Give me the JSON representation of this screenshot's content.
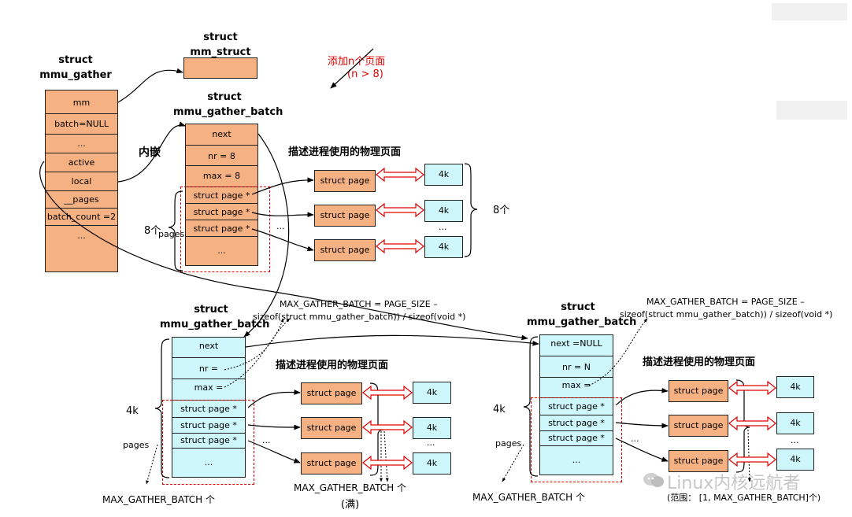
{
  "mmu_gather": {
    "title": "struct\nmmu_gather",
    "fields": [
      "mm",
      "batch=NULL",
      "...",
      "active",
      "local",
      "__pages",
      "batch_count =2",
      "..."
    ]
  },
  "mm_struct": {
    "title": "struct\nmm_struct"
  },
  "add_pages_note": {
    "line1": "添加n个页面",
    "line2": "(n > 8)"
  },
  "local_batch": {
    "title": "struct\nmmu_gather_batch",
    "fields": [
      "next",
      "nr = 8",
      "max = 8",
      "struct page *",
      "struct page *",
      "struct page *",
      "..."
    ],
    "embed_label": "内嵌",
    "count_label": "8个",
    "pages_label": "pages",
    "desc_label": "描述进程使用的物理页面",
    "struct_page_labels": [
      "struct page",
      "struct page",
      "struct page"
    ],
    "page_size_labels": [
      "4k",
      "4k",
      "4k"
    ],
    "dots": [
      "...",
      "..."
    ],
    "right_count": "8个"
  },
  "batch2": {
    "title": "struct\nmmu_gather_batch",
    "formula_line1": "MAX_GATHER_BATCH = PAGE_SIZE –",
    "formula_line2": "sizeof(struct mmu_gather_batch)) / sizeof(void *)",
    "fields": [
      "next",
      "nr =",
      "max =",
      "struct page *",
      "struct page *",
      "struct page *",
      "..."
    ],
    "size_label": "4k",
    "pages_label": "pages",
    "desc_label": "描述进程使用的物理页面",
    "struct_page_labels": [
      "struct page",
      "struct page",
      "struct page"
    ],
    "page_size_labels": [
      "4k",
      "4k",
      "4k"
    ],
    "dots": [
      "...",
      "..."
    ],
    "bottom_left": "MAX_GATHER_BATCH 个",
    "bottom_mid": "MAX_GATHER_BATCH 个",
    "bottom_full": "(满)"
  },
  "batch3": {
    "title": "struct\nmmu_gather_batch",
    "formula_line1": "MAX_GATHER_BATCH = PAGE_SIZE –",
    "formula_line2": "sizeof(struct mmu_gather_batch)) / sizeof(void *)",
    "fields": [
      "next =NULL",
      "nr = N",
      "max =",
      "struct page *",
      "struct page *",
      "struct page *",
      "..."
    ],
    "size_label": "4k",
    "pages_label": "pages",
    "desc_label": "描述进程使用的物理页面",
    "struct_page_labels": [
      "struct page",
      "struct page",
      "struct page"
    ],
    "page_size_labels": [
      "4k",
      "4k",
      "4k"
    ],
    "dots": [
      "...",
      "..."
    ],
    "bottom_left": "MAX_GATHER_BATCH 个",
    "range_label": "(范围： [1, MAX_GATHER_BATCH]个)"
  },
  "watermark": "Linux内核远航者",
  "colors": {
    "struct_fill": "#f6b183",
    "page_fill": "#cdf7fa",
    "highlight": "#e00000"
  }
}
